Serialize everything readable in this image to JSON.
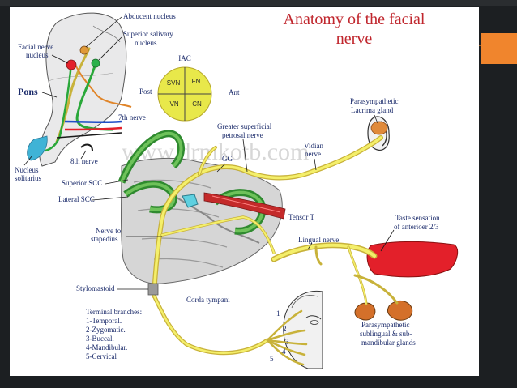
{
  "title": {
    "line1": "Anatomy of the facial",
    "line2": "nerve"
  },
  "brainstem": {
    "pons": "Pons",
    "abducent_nucleus": "Abducent nucleus",
    "superior_salivary_line1": "Superior salivary",
    "superior_salivary_line2": "nucleus",
    "facial_nerve_nucleus_line1": "Facial nerve",
    "facial_nerve_nucleus_line2": "nucleus",
    "seventh_nerve": "7th nerve",
    "eighth_nerve": "8th nerve",
    "nucleus_solitarius_line1": "Nucleus",
    "nucleus_solitarius_line2": "solitarius"
  },
  "iac": {
    "label": "IAC",
    "post": "Post",
    "ant": "Ant",
    "svn": "SVN",
    "fn": "FN",
    "ivn": "IVN",
    "cn": "CN"
  },
  "labels": {
    "gsp_line1": "Greater superficial",
    "gsp_line2": "petrosal nerve",
    "gg": "GG",
    "vidian_line1": "Vidian",
    "vidian_line2": "nerve",
    "lacrimal_line1": "Parasympathetic",
    "lacrimal_line2": "Lacrima gland",
    "superior_scc": "Superior SCC",
    "lateral_scc": "Lateral SCC",
    "nerve_to_stapedius_line1": "Nerve to",
    "nerve_to_stapedius_line2": "stapedius",
    "tensor": "Tensor T",
    "lingual": "Lingual nerve",
    "taste_line1": "Taste sensation",
    "taste_line2": "of anterioer 2/3",
    "stylomastoid": "Stylomastoid",
    "chorda": "Corda tympani",
    "sublingual_line1": "Parasympathetic",
    "sublingual_line2": "sublingual & sub-",
    "sublingual_line3": "mandibular glands"
  },
  "terminal": {
    "heading": "Terminal branches:",
    "items": [
      "1-Temporal.",
      "2-Zygomatic.",
      "3-Buccal.",
      "4-Mandibular.",
      "5-Cervical"
    ],
    "numbers": [
      "1",
      "2",
      "3",
      "4",
      "5"
    ]
  },
  "watermark": "www.drmkotb.com",
  "colors": {
    "title": "#c0262d",
    "label": "#1a2a6a",
    "accent": "#f0852d",
    "nerve_yellow": "#f4ef6a",
    "scc_green": "#3f8f3a",
    "tongue_red": "#e3202a"
  }
}
